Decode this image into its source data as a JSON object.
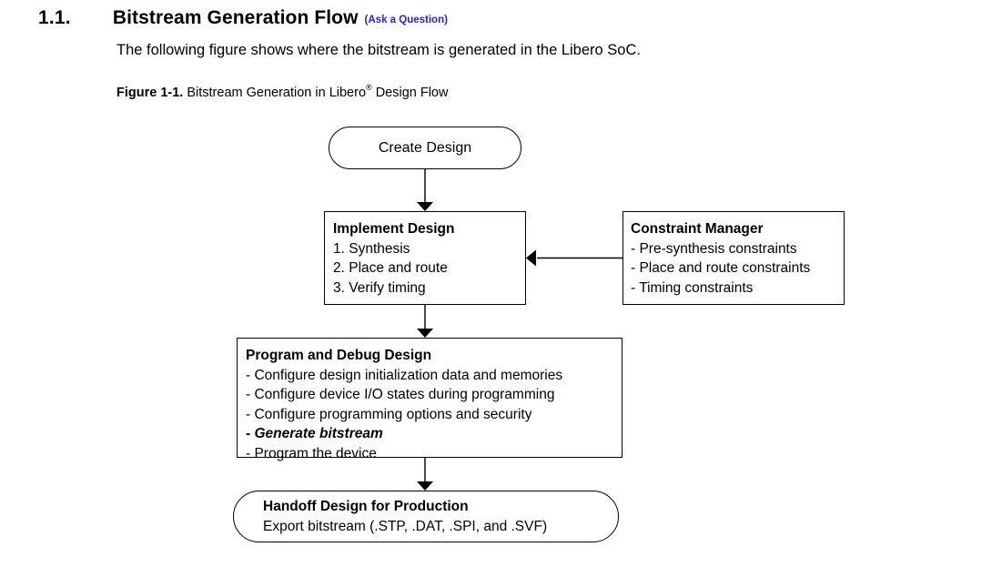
{
  "heading": {
    "number": "1.1.",
    "title": "Bitstream Generation Flow",
    "link_label": "(Ask a Question)",
    "link_color": "#2323dd"
  },
  "intro_paragraph": "The following figure shows where the bitstream is generated in the Libero SoC.",
  "figure": {
    "caption_label": "Figure 1-1.",
    "caption_text_before": "Bitstream Generation in Libero",
    "caption_superscript": "®",
    "caption_text_after": "Design Flow"
  },
  "diagram": {
    "nodes": {
      "create_design": {
        "shape": "stadium",
        "title": "Create Design"
      },
      "implement_design": {
        "shape": "rect",
        "title": "Implement Design",
        "lines": [
          "1. Synthesis",
          "2. Place and route",
          "3. Verify timing"
        ]
      },
      "constraint_manager": {
        "shape": "rect",
        "title": "Constraint Manager",
        "lines": [
          "- Pre-synthesis constraints",
          "- Place and route constraints",
          "- Timing constraints"
        ]
      },
      "program_debug": {
        "shape": "rect",
        "title": "Program and Debug Design",
        "lines": [
          "- Configure design initialization data and memories",
          "- Configure device I/O states during programming",
          "- Configure programming options and security",
          "- Generate bitstream",
          "- Program the device"
        ],
        "emphasized_line_index": 3
      },
      "handoff": {
        "shape": "stadium",
        "title": "Handoff Design for Production",
        "lines": [
          "Export bitstream (.STP, .DAT, .SPI, and .SVF)"
        ]
      }
    },
    "edges": [
      {
        "from": "create_design",
        "to": "implement_design",
        "direction": "down"
      },
      {
        "from": "constraint_manager",
        "to": "implement_design",
        "direction": "left"
      },
      {
        "from": "implement_design",
        "to": "program_debug",
        "direction": "down"
      },
      {
        "from": "program_debug",
        "to": "handoff",
        "direction": "down"
      }
    ],
    "stroke_color": "#000000",
    "fill_color": "#ffffff"
  }
}
